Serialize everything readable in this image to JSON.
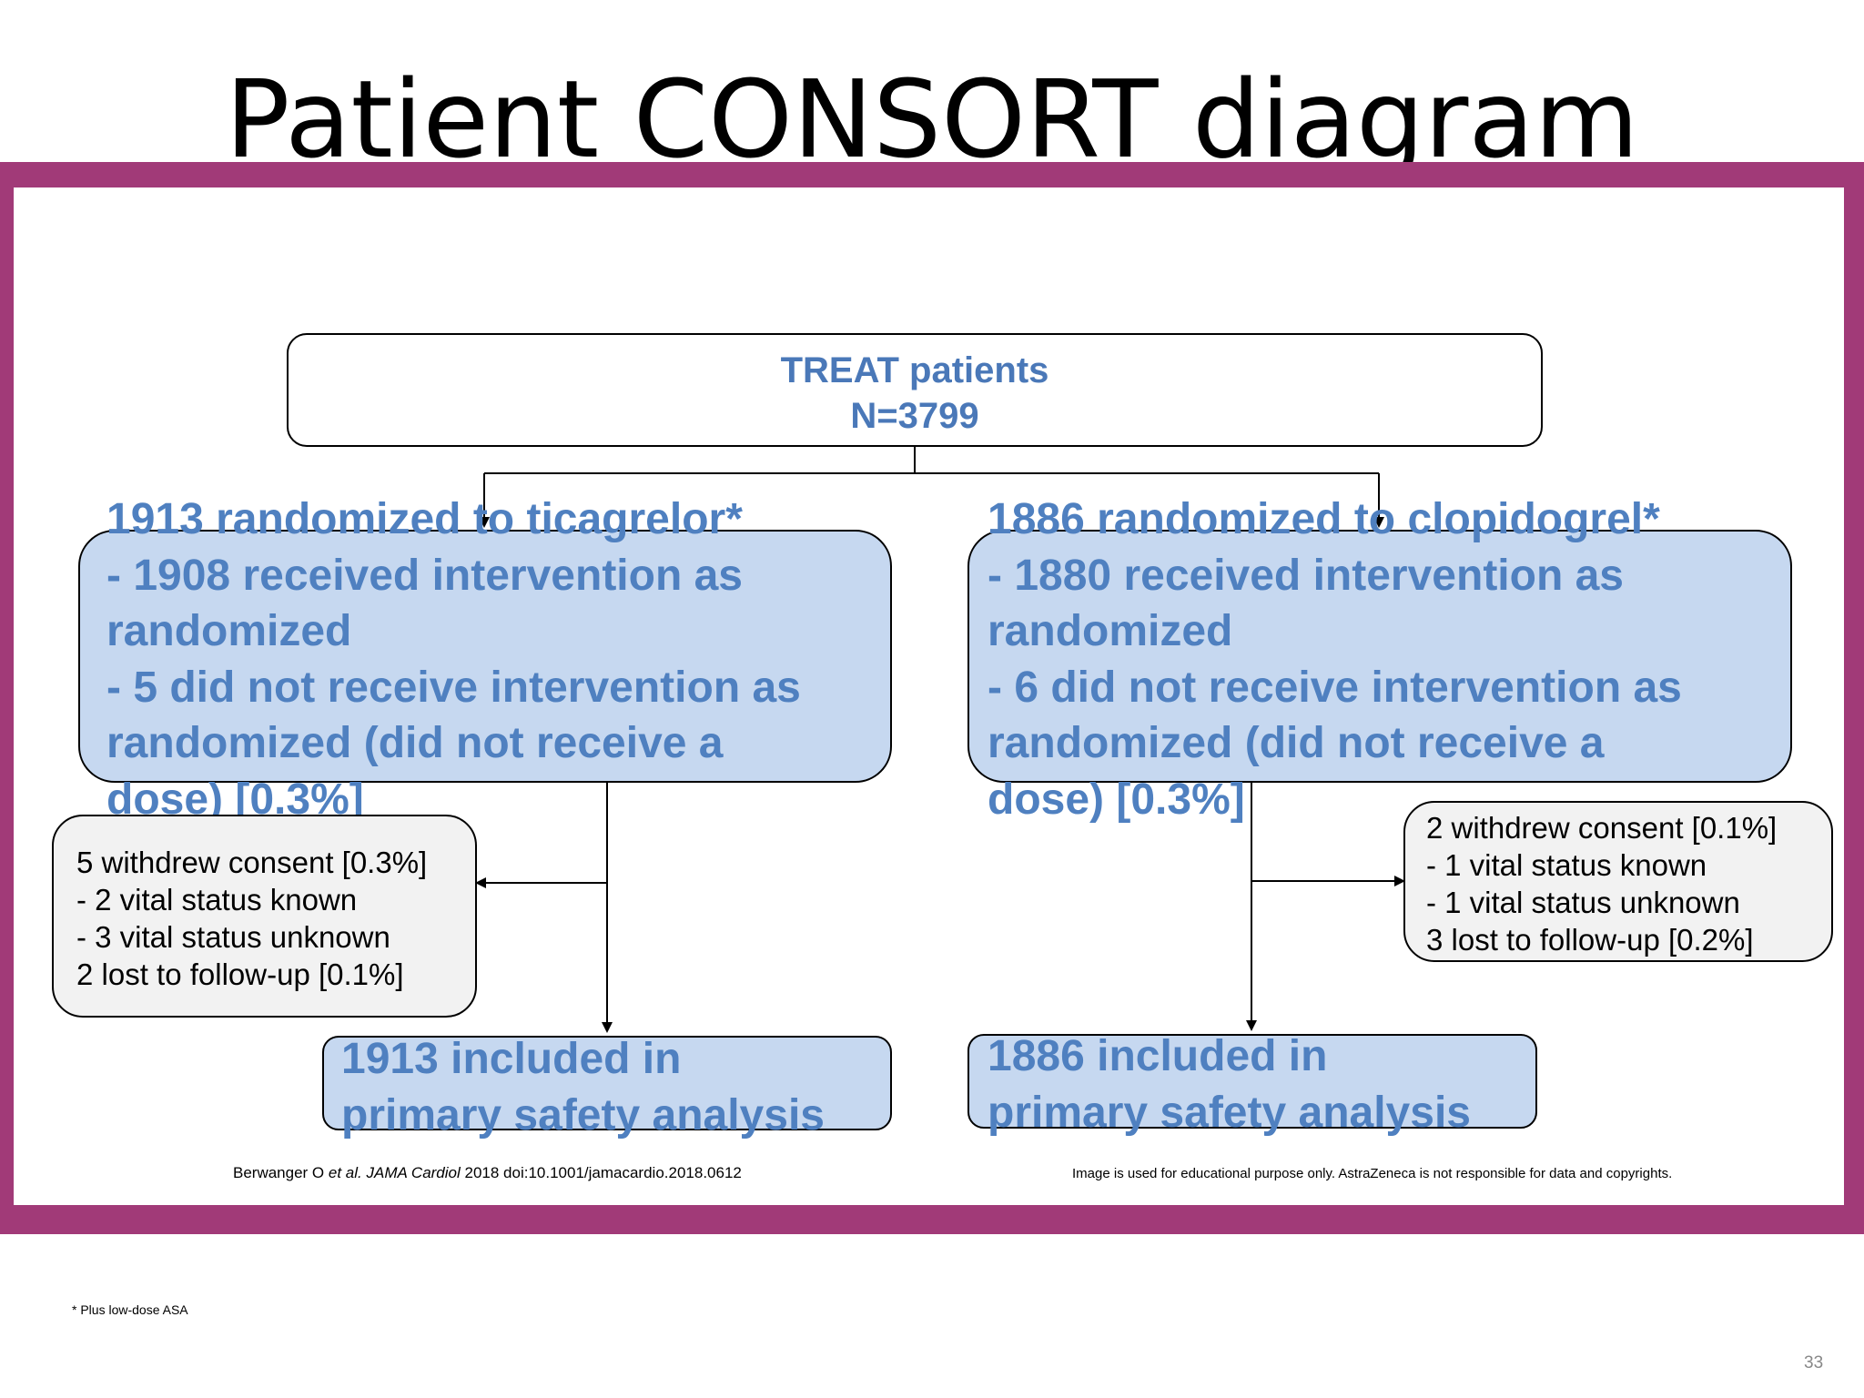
{
  "slide": {
    "title": "Patient CONSORT diagram",
    "footnote": "* Plus low-dose ASA",
    "page_number": "33",
    "frame_color": "#a13a78"
  },
  "diagram": {
    "top": {
      "line1": "TREAT patients",
      "line2": "N=3799"
    },
    "left": {
      "randomized": "1913 randomized to ticagrelor*\n- 1908 received intervention as\nrandomized\n- 5 did not receive intervention as\nrandomized (did not receive a\ndose) [0.3%]",
      "lost": "5 withdrew consent [0.3%]\n- 2 vital status known\n- 3 vital status unknown\n2 lost to follow-up [0.1%]",
      "included": "1913 included in\nprimary safety analysis"
    },
    "right": {
      "randomized": "1886 randomized to clopidogrel*\n- 1880 received intervention as\nrandomized\n- 6 did not receive intervention as\nrandomized (did not receive a\ndose) [0.3%]",
      "lost": "2 withdrew consent [0.1%]\n- 1 vital status known\n- 1 vital status unknown\n3 lost to follow-up [0.2%]",
      "included": "1886 included in\nprimary safety analysis"
    },
    "colors": {
      "heading_text": "#4a78b8",
      "box_fill": "#c6d8f0",
      "lost_fill": "#f2f2f2"
    }
  },
  "citation": {
    "authors": "Berwanger O ",
    "etal": "et al.",
    "journal": "JAMA Cardiol",
    "rest": " 2018 doi:10.1001/jamacardio.2018.0612"
  },
  "disclaimer": "Image is used for educational purpose only. AstraZeneca is not responsible for data and copyrights."
}
